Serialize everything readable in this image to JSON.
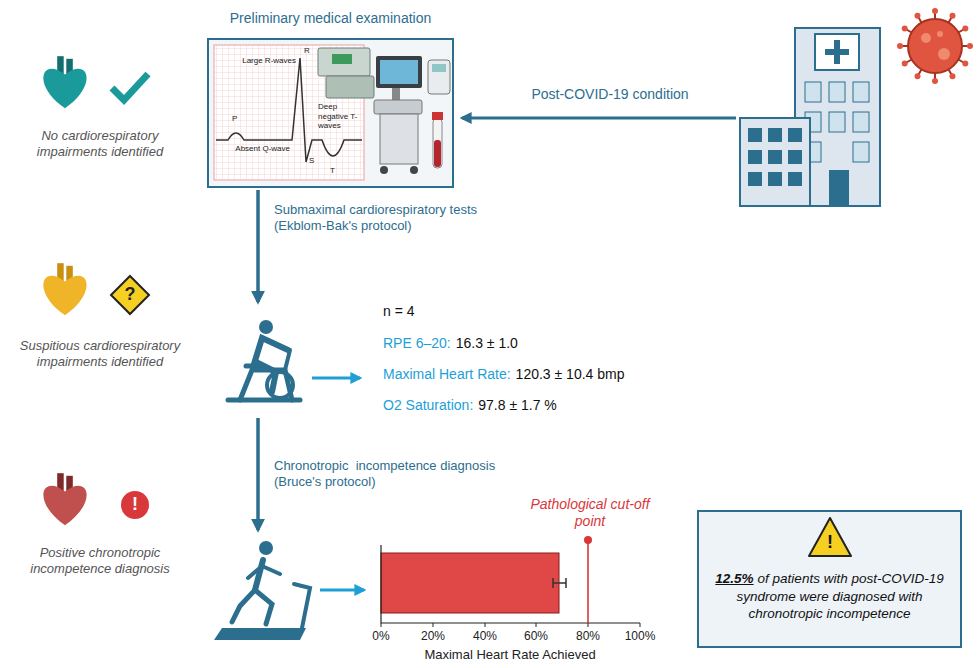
{
  "diagram": {
    "nodes": [
      {
        "text": [
          "Preliminary medical examination"
        ]
      },
      {
        "text": [
          "12.5%",
          "of patients with post-COVID-19 syndrome were diagnosed with chronotropic incompetence"
        ]
      }
    ],
    "labels": [
      "Large R-waves",
      "R",
      "P",
      "Absent Q-wave",
      "Deep negative T-waves",
      "S",
      "T",
      "Post-COVID-19 condition",
      "No cardiorespiratory impairments identified",
      "Submaximal cardiorespiratory tests (Ekblom-Bak's protocol)",
      "?",
      "Suspitious cardiorespiratory impairments identified",
      "n = 4",
      "RPE 6–20:",
      "16.3 ± 1.0",
      "Maximal Heart Rate:",
      "120.3 ± 10.4 bmp",
      "O2 Saturation:",
      "97.8 ± 1.7 %",
      "Chronotropic  incompetence diagnosis (Bruce's protocol)",
      "!",
      "Positive chronotropic incompetence diagnosis",
      "Pathological cut-off point",
      "0%",
      "20%",
      "40%",
      "60%",
      "80%",
      "100%",
      "Maximal Heart Rate Achieved",
      "!"
    ]
  }
}
